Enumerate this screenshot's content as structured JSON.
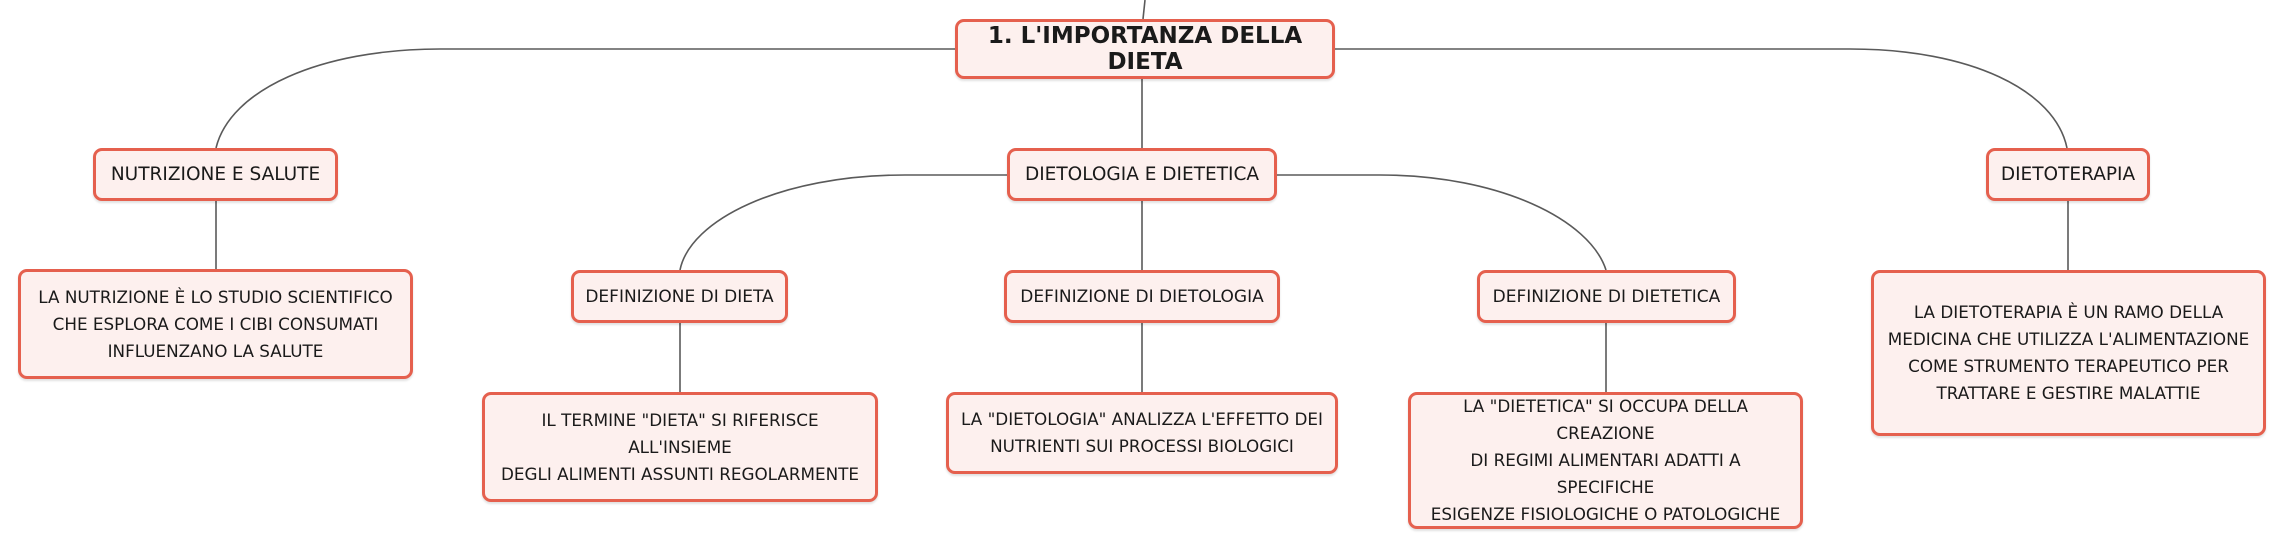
{
  "root": {
    "title": "1. L'IMPORTANZA DELLA DIETA"
  },
  "branches": {
    "nutrizione": {
      "label": "NUTRIZIONE E SALUTE",
      "description": [
        "LA NUTRIZIONE È LO STUDIO SCIENTIFICO",
        "CHE ESPLORA COME I CIBI CONSUMATI",
        "INFLUENZANO LA SALUTE"
      ]
    },
    "dietologia_dietetica": {
      "label": "DIETOLOGIA E DIETETICA",
      "children": {
        "dieta": {
          "label": "DEFINIZIONE DI DIETA",
          "description": [
            "IL TERMINE \"DIETA\" SI RIFERISCE ALL'INSIEME",
            "DEGLI ALIMENTI ASSUNTI REGOLARMENTE"
          ]
        },
        "dietologia": {
          "label": "DEFINIZIONE DI DIETOLOGIA",
          "description": [
            "LA \"DIETOLOGIA\" ANALIZZA L'EFFETTO DEI",
            "NUTRIENTI SUI PROCESSI BIOLOGICI"
          ]
        },
        "dietetica": {
          "label": "DEFINIZIONE DI DIETETICA",
          "description": [
            "LA \"DIETETICA\" SI OCCUPA DELLA CREAZIONE",
            "DI REGIMI ALIMENTARI ADATTI A SPECIFICHE",
            "ESIGENZE FISIOLOGICHE O PATOLOGICHE"
          ]
        }
      }
    },
    "dietoterapia": {
      "label": "DIETOTERAPIA",
      "description": [
        "LA DIETOTERAPIA È UN RAMO DELLA",
        "MEDICINA CHE UTILIZZA L'ALIMENTAZIONE",
        "COME STRUMENTO TERAPEUTICO PER",
        "TRATTARE E GESTIRE MALATTIE"
      ]
    }
  },
  "colors": {
    "node_border": "#e5604e",
    "node_fill": "#fdf0ee",
    "connector": "#5a5a5a",
    "text": "#1a1a1a"
  }
}
